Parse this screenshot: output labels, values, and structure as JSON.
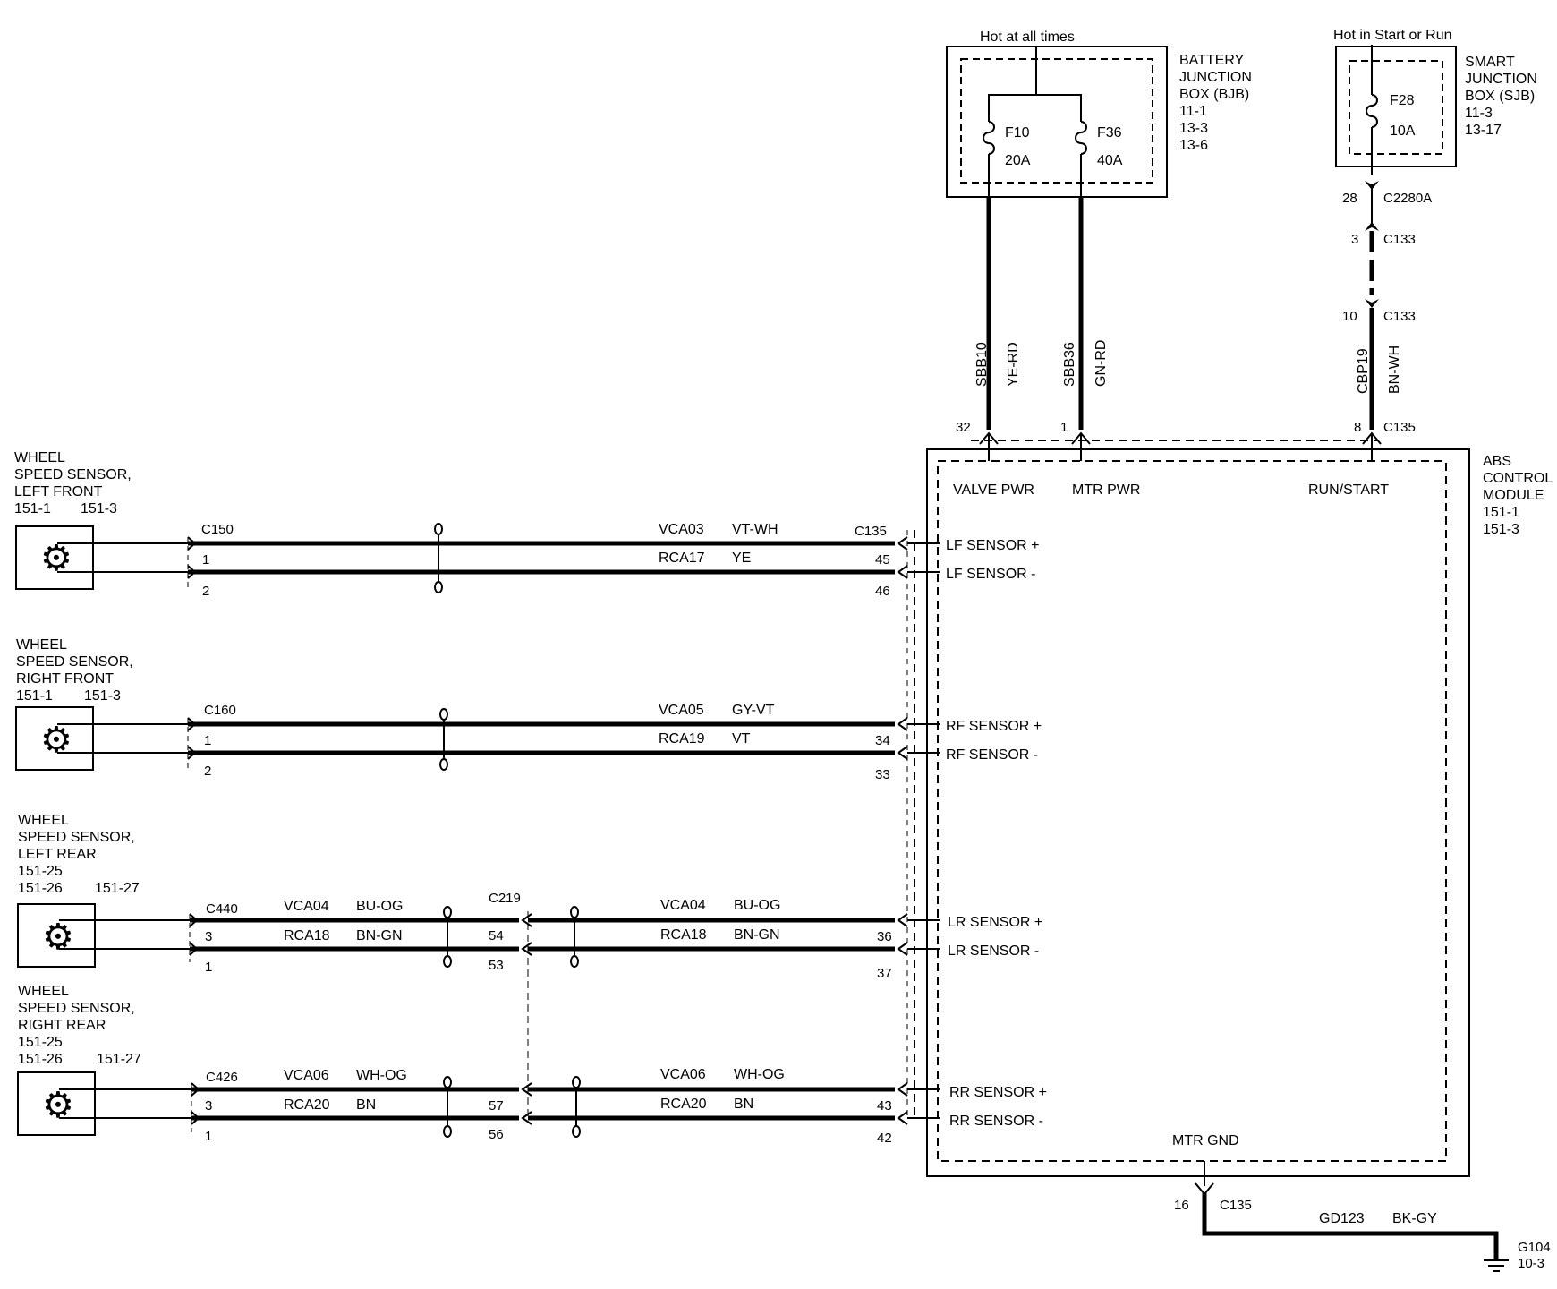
{
  "battery_junction_box": {
    "supply_note": "Hot at all times",
    "name_lines": [
      "BATTERY",
      "JUNCTION",
      "BOX (BJB)",
      "11-1",
      "13-3",
      "13-6"
    ],
    "fuses": [
      {
        "id": "F10",
        "rating": "20A",
        "circuit": "SBB10",
        "color": "YE-RD",
        "module_pin": "32"
      },
      {
        "id": "F36",
        "rating": "40A",
        "circuit": "SBB36",
        "color": "GN-RD",
        "module_pin": "1"
      }
    ]
  },
  "smart_junction_box": {
    "supply_note": "Hot in Start or Run",
    "name_lines": [
      "SMART",
      "JUNCTION",
      "BOX (SJB)",
      "11-3",
      "13-17"
    ],
    "fuse": {
      "id": "F28",
      "rating": "10A"
    },
    "connectors": [
      {
        "pin": "28",
        "id": "C2280A"
      },
      {
        "pin": "3",
        "id": "C133"
      },
      {
        "pin": "10",
        "id": "C133"
      },
      {
        "pin": "8",
        "id": "C135"
      }
    ],
    "circuit": "CBP19",
    "color": "BN-WH"
  },
  "abs_module": {
    "name_lines": [
      "ABS",
      "CONTROL",
      "MODULE",
      "151-1",
      "151-3"
    ],
    "power_labels": [
      "VALVE PWR",
      "MTR PWR",
      "RUN/START"
    ],
    "input_labels": [
      "LF SENSOR +",
      "LF SENSOR -",
      "RF SENSOR +",
      "RF SENSOR -",
      "LR SENSOR +",
      "LR SENSOR -",
      "RR SENSOR +",
      "RR SENSOR -"
    ],
    "ground_label": "MTR GND",
    "ground": {
      "pin": "16",
      "connector": "C135",
      "circuit": "GD123",
      "color": "BK-GY",
      "point": "G104",
      "page": "10-3"
    }
  },
  "sensors": [
    {
      "title_lines": [
        "WHEEL",
        "SPEED SENSOR,",
        "LEFT FRONT"
      ],
      "page_refs": [
        "151-1",
        "151-3"
      ],
      "connector": "C150",
      "pins": [
        "1",
        "2"
      ],
      "circuits": [
        {
          "circuit": "VCA03",
          "color": "VT-WH",
          "module_pin": ""
        },
        {
          "circuit": "RCA17",
          "color": "YE",
          "module_pin": "45"
        }
      ],
      "module_extra_pin": "46",
      "module_connector": "C135"
    },
    {
      "title_lines": [
        "WHEEL",
        "SPEED SENSOR,",
        "RIGHT FRONT"
      ],
      "page_refs": [
        "151-1",
        "151-3"
      ],
      "connector": "C160",
      "pins": [
        "1",
        "2"
      ],
      "circuits": [
        {
          "circuit": "VCA05",
          "color": "GY-VT",
          "module_pin": ""
        },
        {
          "circuit": "RCA19",
          "color": "VT",
          "module_pin": "34"
        }
      ],
      "module_extra_pin": "33"
    },
    {
      "title_lines": [
        "WHEEL",
        "SPEED SENSOR,",
        "LEFT REAR",
        "151-25"
      ],
      "page_refs": [
        "151-26",
        "151-27"
      ],
      "connector": "C440",
      "pins": [
        "3",
        "1"
      ],
      "near_circuits": [
        {
          "circuit": "VCA04",
          "color": "BU-OG"
        },
        {
          "circuit": "RCA18",
          "color": "BN-GN"
        }
      ],
      "inline_connector": "C219",
      "inline_pins": [
        "54",
        "53"
      ],
      "circuits": [
        {
          "circuit": "VCA04",
          "color": "BU-OG",
          "module_pin": ""
        },
        {
          "circuit": "RCA18",
          "color": "BN-GN",
          "module_pin": "36"
        }
      ],
      "module_extra_pin": "37"
    },
    {
      "title_lines": [
        "WHEEL",
        "SPEED SENSOR,",
        "RIGHT REAR",
        "151-25"
      ],
      "page_refs": [
        "151-26",
        "151-27"
      ],
      "connector": "C426",
      "pins": [
        "3",
        "1"
      ],
      "near_circuits": [
        {
          "circuit": "VCA06",
          "color": "WH-OG"
        },
        {
          "circuit": "RCA20",
          "color": "BN"
        }
      ],
      "inline_pins": [
        "57",
        "56"
      ],
      "circuits": [
        {
          "circuit": "VCA06",
          "color": "WH-OG",
          "module_pin": ""
        },
        {
          "circuit": "RCA20",
          "color": "BN",
          "module_pin": "43"
        }
      ],
      "module_extra_pin": "42"
    }
  ]
}
